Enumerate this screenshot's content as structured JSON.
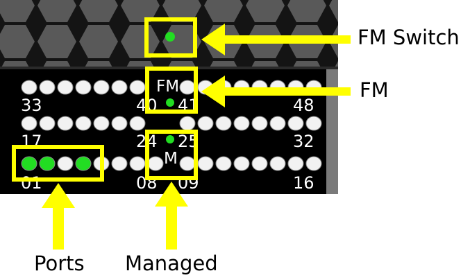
{
  "callouts": {
    "fm_switch": "FM Switch",
    "fm": "FM",
    "ports": "Ports",
    "managed": "Managed"
  },
  "panel": {
    "port_numbers": {
      "row1_left": "33",
      "row1_mid_left": "40",
      "row1_mid_right": "41",
      "row1_right": "48",
      "row2_left": "17",
      "row2_mid_left": "24",
      "row2_mid_right": "25",
      "row2_right": "32",
      "row3_left": "01",
      "row3_mid_left": "08",
      "row3_mid_right": "09",
      "row3_right": "16"
    },
    "fm_led_label": "FM",
    "managed_led_label": "M"
  },
  "colors": {
    "highlight": "#ffff00",
    "led_green": "#22dd22",
    "led_white": "#f2f2f2",
    "panel_black": "#000000",
    "grille_gray": "#555555"
  }
}
